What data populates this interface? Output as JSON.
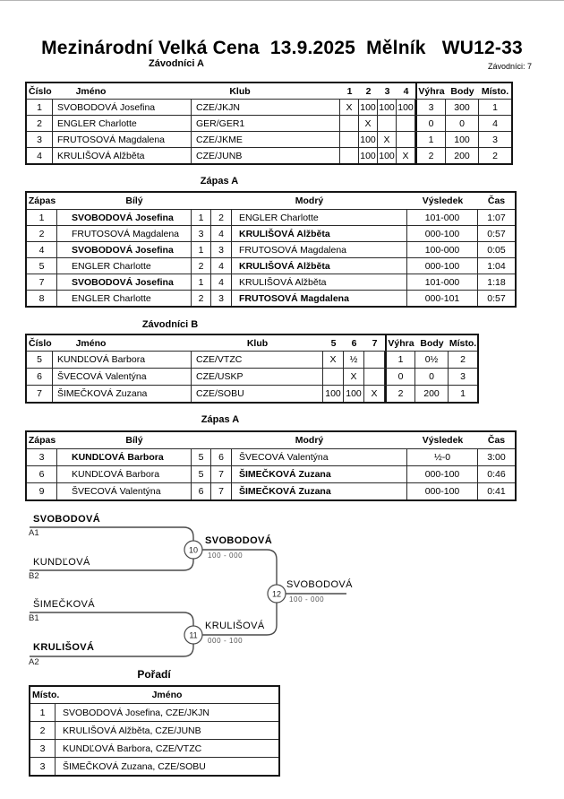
{
  "page": {
    "title": "Mezinárodní Velká Cena  13.9.2025  Mělník   WU12-33",
    "competitors_label": "Závodníci: 7"
  },
  "headings": {
    "zavodnici_a": "Závodníci A",
    "zapas_a": "Zápas A",
    "zavodnici_b": "Závodníci B",
    "zapas_b": "Zápas A",
    "poradi": "Pořadí"
  },
  "zavodnici_a": {
    "headers": {
      "cislo": "Číslo",
      "jmeno": "Jméno",
      "klub": "Klub",
      "c1": "1",
      "c2": "2",
      "c3": "3",
      "c4": "4",
      "vyhra": "Výhra",
      "body": "Body",
      "misto": "Místo."
    },
    "rows": [
      {
        "cislo": "1",
        "jmeno": "SVOBODOVÁ Josefina",
        "klub": "CZE/JKJN",
        "g1": "X",
        "g2": "100",
        "g3": "100",
        "g4": "100",
        "vyhra": "3",
        "body": "300",
        "misto": "1"
      },
      {
        "cislo": "2",
        "jmeno": "ENGLER Charlotte",
        "klub": "GER/GER1",
        "g1": "",
        "g2": "X",
        "g3": "",
        "g4": "",
        "vyhra": "0",
        "body": "0",
        "misto": "4"
      },
      {
        "cislo": "3",
        "jmeno": "FRUTOSOVÁ Magdalena",
        "klub": "CZE/JKME",
        "g1": "",
        "g2": "100",
        "g3": "X",
        "g4": "",
        "vyhra": "1",
        "body": "100",
        "misto": "3"
      },
      {
        "cislo": "4",
        "jmeno": "KRULIŠOVÁ Alžběta",
        "klub": "CZE/JUNB",
        "g1": "",
        "g2": "100",
        "g3": "100",
        "g4": "X",
        "vyhra": "2",
        "body": "200",
        "misto": "2"
      }
    ]
  },
  "zapas_a": {
    "headers": {
      "zapas": "Zápas",
      "bily": "Bílý",
      "modry": "Modrý",
      "vysledek": "Výsledek",
      "cas": "Čas"
    },
    "rows": [
      {
        "zapas": "1",
        "bily": "SVOBODOVÁ Josefina",
        "n1": "1",
        "n2": "2",
        "modry": "ENGLER Charlotte",
        "vysledek": "101-000",
        "cas": "1:07"
      },
      {
        "zapas": "2",
        "bily": "FRUTOSOVÁ Magdalena",
        "n1": "3",
        "n2": "4",
        "modry": "KRULIŠOVÁ Alžběta",
        "vysledek": "000-100",
        "cas": "0:57"
      },
      {
        "zapas": "4",
        "bily": "SVOBODOVÁ Josefina",
        "n1": "1",
        "n2": "3",
        "modry": "FRUTOSOVÁ Magdalena",
        "vysledek": "100-000",
        "cas": "0:05"
      },
      {
        "zapas": "5",
        "bily": "ENGLER Charlotte",
        "n1": "2",
        "n2": "4",
        "modry": "KRULIŠOVÁ Alžběta",
        "vysledek": "000-100",
        "cas": "1:04"
      },
      {
        "zapas": "7",
        "bily": "SVOBODOVÁ Josefina",
        "n1": "1",
        "n2": "4",
        "modry": "KRULIŠOVÁ Alžběta",
        "vysledek": "101-000",
        "cas": "1:18"
      },
      {
        "zapas": "8",
        "bily": "ENGLER Charlotte",
        "n1": "2",
        "n2": "3",
        "modry": "FRUTOSOVÁ Magdalena",
        "vysledek": "000-101",
        "cas": "0:57"
      }
    ]
  },
  "zavodnici_b": {
    "headers": {
      "cislo": "Číslo",
      "jmeno": "Jméno",
      "klub": "Klub",
      "c1": "5",
      "c2": "6",
      "c3": "7",
      "vyhra": "Výhra",
      "body": "Body",
      "misto": "Místo."
    },
    "rows": [
      {
        "cislo": "5",
        "jmeno": "KUNDĽOVÁ Barbora",
        "klub": "CZE/VTZC",
        "g1": "X",
        "g2": "½",
        "g3": "",
        "vyhra": "1",
        "body": "0½",
        "misto": "2"
      },
      {
        "cislo": "6",
        "jmeno": "ŠVECOVÁ Valentýna",
        "klub": "CZE/USKP",
        "g1": "",
        "g2": "X",
        "g3": "",
        "vyhra": "0",
        "body": "0",
        "misto": "3"
      },
      {
        "cislo": "7",
        "jmeno": "ŠIMEČKOVÁ Zuzana",
        "klub": "CZE/SOBU",
        "g1": "100",
        "g2": "100",
        "g3": "X",
        "vyhra": "2",
        "body": "200",
        "misto": "1"
      }
    ]
  },
  "zapas_b": {
    "headers": {
      "zapas": "Zápas",
      "bily": "Bílý",
      "modry": "Modrý",
      "vysledek": "Výsledek",
      "cas": "Čas"
    },
    "rows": [
      {
        "zapas": "3",
        "bily": "KUNDĽOVÁ Barbora",
        "n1": "5",
        "n2": "6",
        "modry": "ŠVECOVÁ Valentýna",
        "vysledek": "½-0",
        "cas": "3:00"
      },
      {
        "zapas": "6",
        "bily": "KUNDĽOVÁ Barbora",
        "n1": "5",
        "n2": "7",
        "modry": "ŠIMEČKOVÁ Zuzana",
        "vysledek": "000-100",
        "cas": "0:46"
      },
      {
        "zapas": "9",
        "bily": "ŠVECOVÁ Valentýna",
        "n1": "6",
        "n2": "7",
        "modry": "ŠIMEČKOVÁ Zuzana",
        "vysledek": "000-100",
        "cas": "0:41"
      }
    ]
  },
  "bracket": {
    "seed_a1": {
      "name": "SVOBODOVÁ",
      "seed": "A1"
    },
    "seed_b2": {
      "name": "KUNDĽOVÁ",
      "seed": "B2"
    },
    "seed_b1": {
      "name": "ŠIMEČKOVÁ",
      "seed": "B1"
    },
    "seed_a2": {
      "name": "KRULIŠOVÁ",
      "seed": "A2"
    },
    "match10": {
      "node": "10",
      "winner": "SVOBODOVÁ",
      "score": "100 - 000"
    },
    "match11": {
      "node": "11",
      "winner": "KRULIŠOVÁ",
      "score": "000 - 100"
    },
    "match12": {
      "node": "12",
      "winner": "SVOBODOVÁ",
      "score": "100 - 000"
    }
  },
  "poradi": {
    "headers": {
      "misto": "Místo.",
      "jmeno": "Jméno"
    },
    "rows": [
      {
        "misto": "1",
        "jmeno": "SVOBODOVÁ Josefina, CZE/JKJN"
      },
      {
        "misto": "2",
        "jmeno": "KRULIŠOVÁ Alžběta, CZE/JUNB"
      },
      {
        "misto": "3",
        "jmeno": "KUNDĽOVÁ Barbora, CZE/VTZC"
      },
      {
        "misto": "3",
        "jmeno": "ŠIMEČKOVÁ Zuzana, CZE/SOBU"
      }
    ]
  }
}
